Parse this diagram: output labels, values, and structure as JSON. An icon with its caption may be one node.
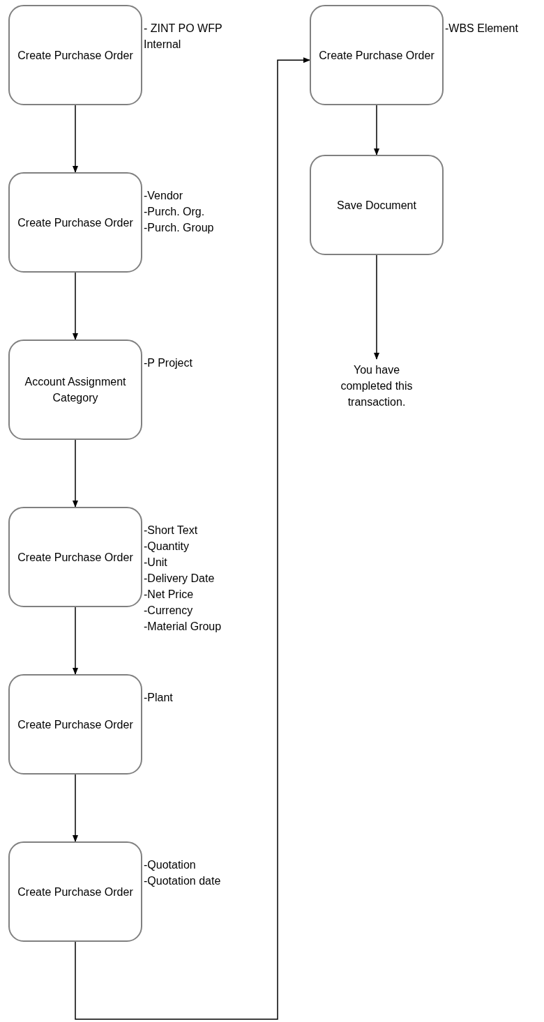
{
  "diagram": {
    "nodes": [
      {
        "text": [
          "Create Purchase Order"
        ],
        "beside": [
          "- ZINT PO WFP Internal"
        ]
      },
      {
        "text": [
          "Create Purchase Order"
        ],
        "beside": [
          "-Vendor",
          "-Purch. Org.",
          "-Purch. Group"
        ]
      },
      {
        "text": [
          "Account Assignment Category"
        ],
        "beside": [
          "-P Project"
        ]
      },
      {
        "text": [
          "Create Purchase Order"
        ],
        "beside": [
          "-Short Text",
          "-Quantity",
          "-Unit",
          "-Delivery Date",
          "-Net Price",
          "-Currency",
          "-Material Group"
        ]
      },
      {
        "text": [
          "Create Purchase Order"
        ],
        "beside": [
          "-Plant"
        ]
      },
      {
        "text": [
          "Create Purchase Order"
        ],
        "beside": [
          "-Quotation",
          "-Quotation date"
        ]
      },
      {
        "text": [
          "Create Purchase Order"
        ],
        "beside": [
          "-WBS Element"
        ]
      },
      {
        "text": [
          "Save Document"
        ]
      },
      {
        "text": [
          "You have completed this transaction."
        ]
      }
    ],
    "edges": [
      {
        "from": 0,
        "to": 1,
        "arrow": "to"
      },
      {
        "from": 1,
        "to": 2,
        "arrow": "to"
      },
      {
        "from": 2,
        "to": 3,
        "arrow": "to"
      },
      {
        "from": 3,
        "to": 4,
        "arrow": "to"
      },
      {
        "from": 4,
        "to": 5,
        "arrow": "to"
      },
      {
        "from": 5,
        "to": 6,
        "arrow": "to"
      },
      {
        "from": 6,
        "to": 7,
        "arrow": "to"
      },
      {
        "from": 7,
        "to": 8,
        "arrow": "to"
      }
    ]
  }
}
